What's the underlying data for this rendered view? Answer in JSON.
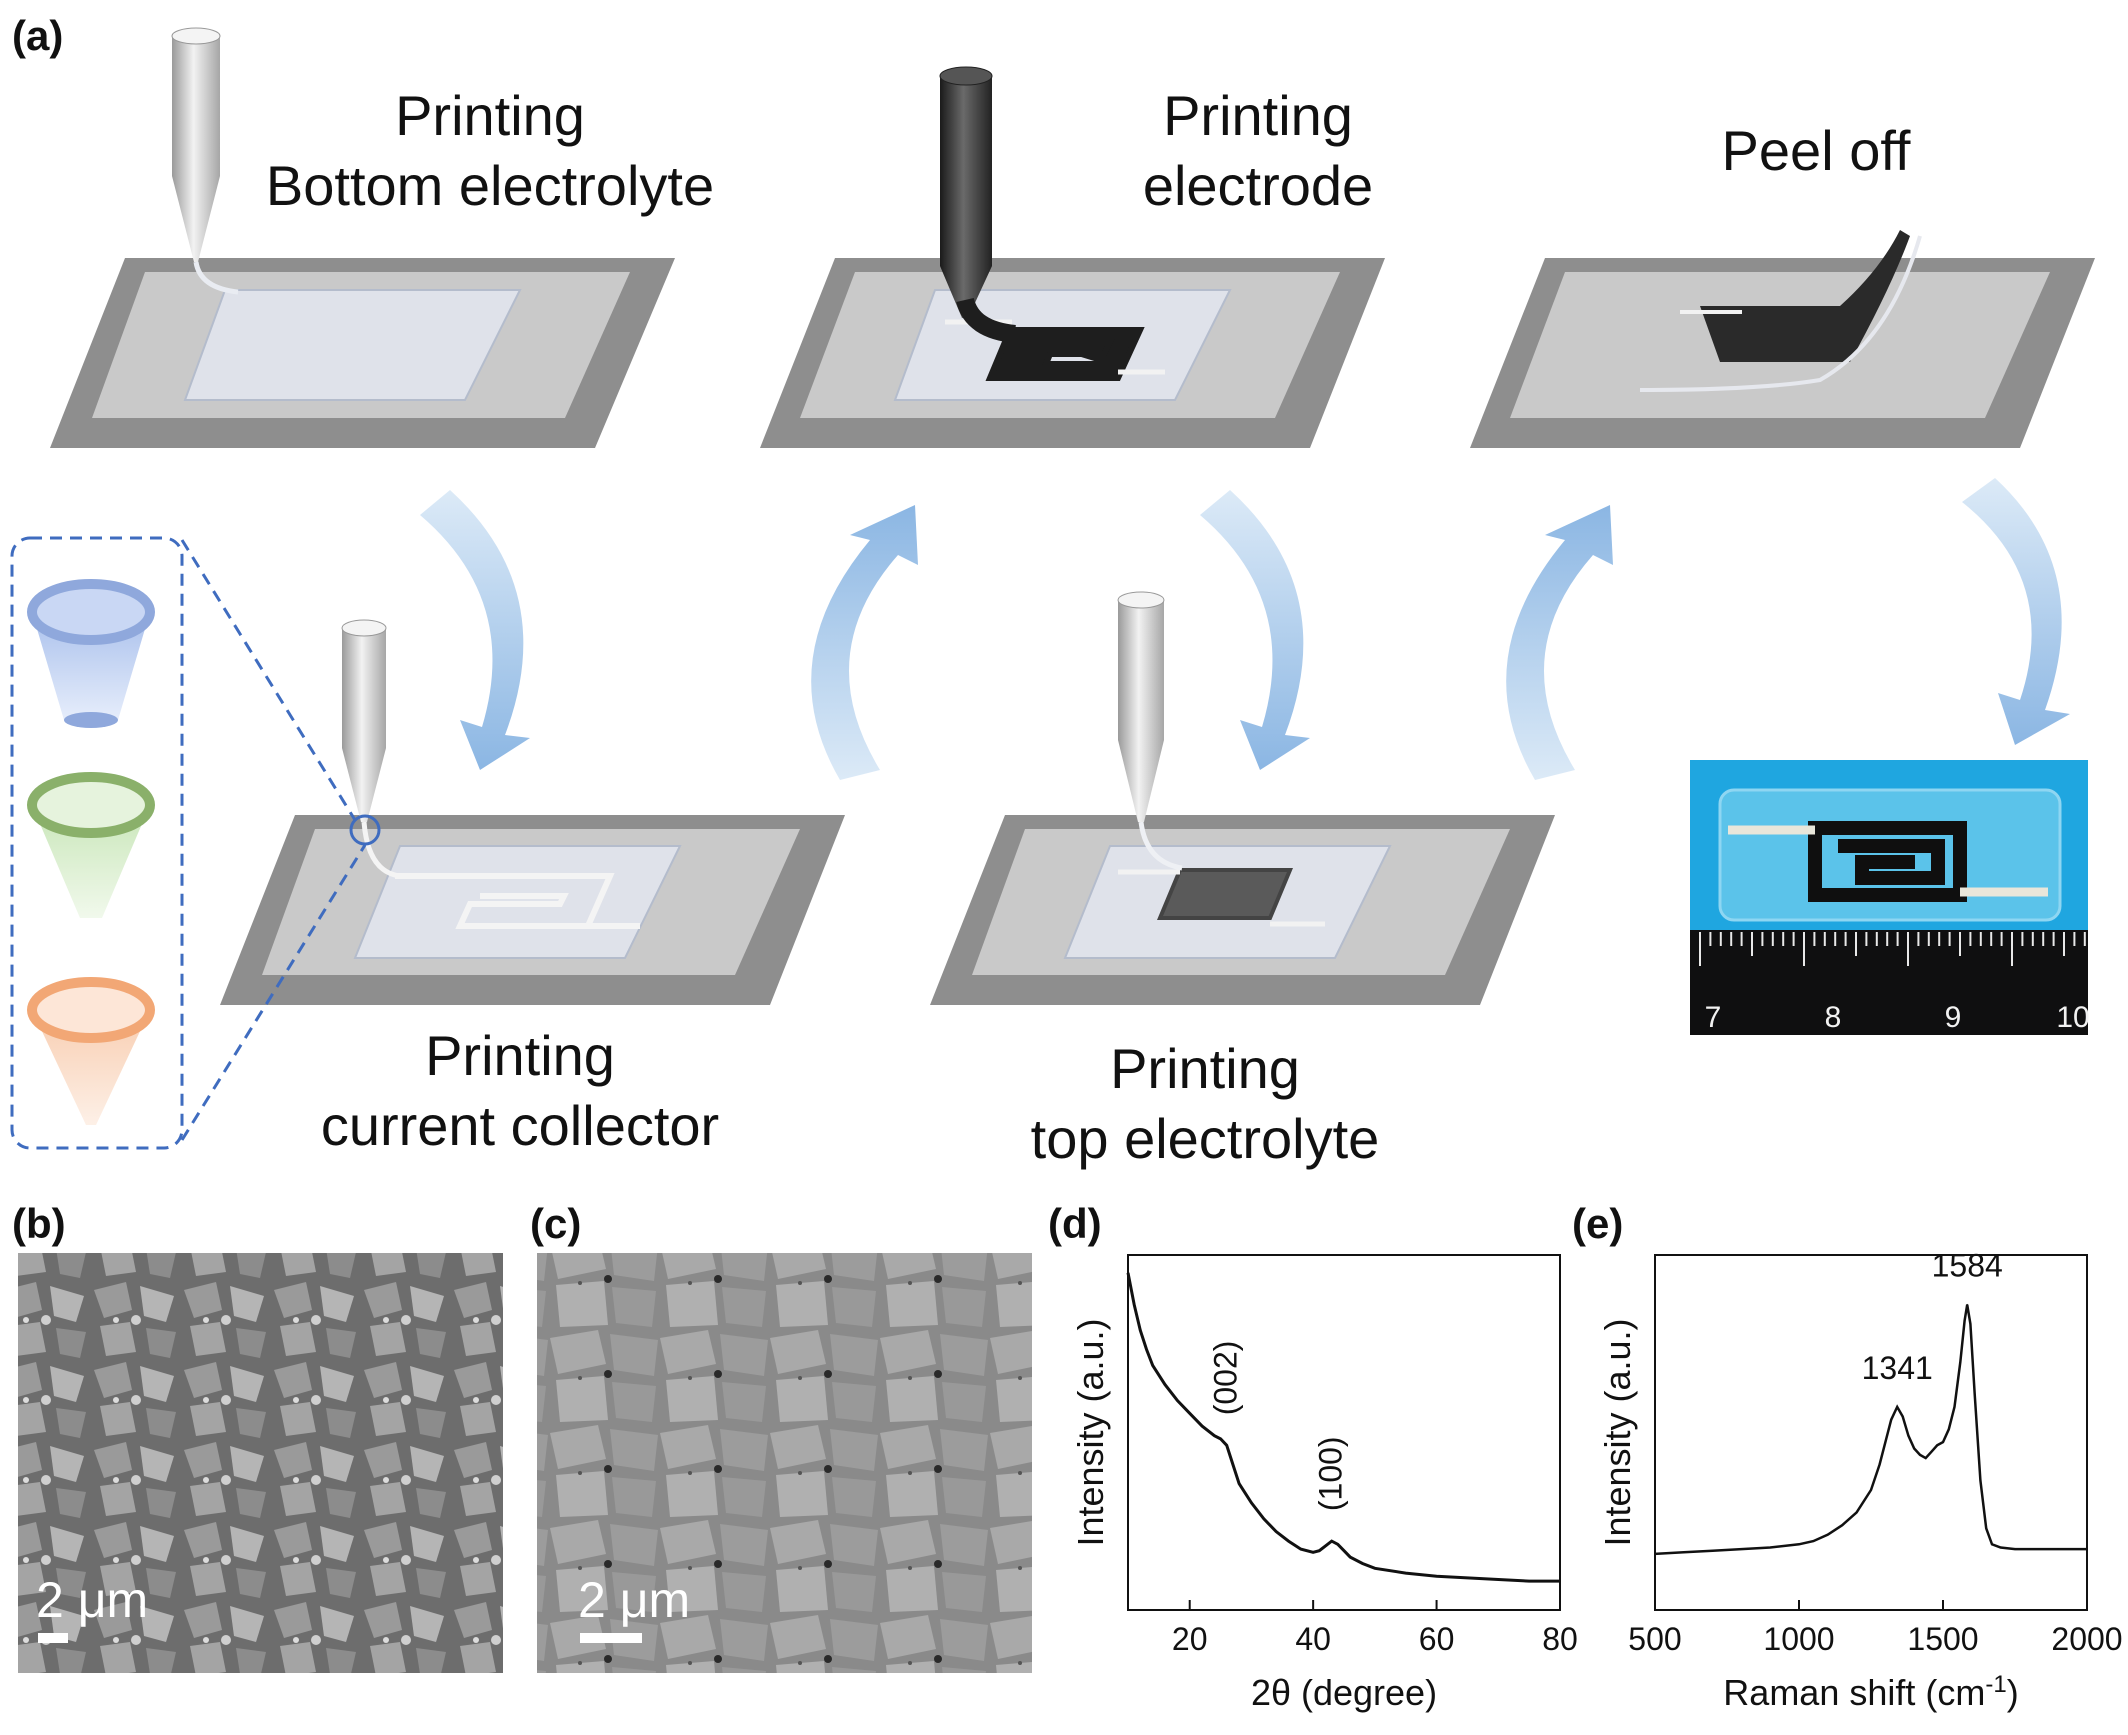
{
  "panel_labels": {
    "a": "(a)",
    "b": "(b)",
    "c": "(c)",
    "d": "(d)",
    "e": "(e)"
  },
  "steps": {
    "bottom_electrolyte": [
      "Printing",
      "Bottom electrolyte"
    ],
    "electrode": [
      "Printing",
      "electrode"
    ],
    "peel_off": [
      "Peel off"
    ],
    "current_collector": [
      "Printing",
      "current collector"
    ],
    "top_electrolyte": [
      "Printing",
      "top electrolyte"
    ]
  },
  "nozzle_colors": [
    "#a9c0ec",
    "#b9e0a8",
    "#f6c09c"
  ],
  "ruler_labels": [
    "7",
    "8",
    "9",
    "10"
  ],
  "sem_b": {
    "scale": "2 μm"
  },
  "sem_c": {
    "scale": "2 μm"
  },
  "colors": {
    "arrow": "#a8c8ea",
    "dashed": "#3f6cbf",
    "device_bg": "#1fa6e0"
  },
  "chart_data": [
    {
      "type": "line",
      "panel": "(d)",
      "xlabel": "2θ (degree)",
      "ylabel": "Intensity (a.u.)",
      "xlim": [
        10,
        80
      ],
      "xticks": [
        20,
        40,
        60,
        80
      ],
      "annotations": [
        {
          "text": "(002)",
          "x": 26
        },
        {
          "text": "(100)",
          "x": 43
        }
      ],
      "series": [
        {
          "x": [
            10,
            11,
            12,
            13,
            14,
            16,
            18,
            20,
            22,
            24,
            25,
            26,
            27,
            28,
            30,
            32,
            34,
            36,
            38,
            40,
            41,
            42,
            43,
            44,
            45,
            46,
            48,
            50,
            55,
            60,
            65,
            70,
            75,
            80
          ],
          "y": [
            1.0,
            0.9,
            0.82,
            0.76,
            0.71,
            0.65,
            0.6,
            0.56,
            0.52,
            0.49,
            0.48,
            0.46,
            0.4,
            0.34,
            0.28,
            0.23,
            0.19,
            0.16,
            0.135,
            0.125,
            0.13,
            0.145,
            0.16,
            0.15,
            0.13,
            0.11,
            0.09,
            0.075,
            0.06,
            0.05,
            0.045,
            0.04,
            0.035,
            0.035
          ]
        }
      ]
    },
    {
      "type": "line",
      "panel": "(e)",
      "xlabel": "Raman shift (cm",
      "xlabel_sup": "-1",
      "xlabel_end": ")",
      "ylabel": "Intensity (a.u.)",
      "xlim": [
        500,
        2000
      ],
      "xticks": [
        500,
        1000,
        1500,
        2000
      ],
      "annotations": [
        {
          "text": "1341",
          "x": 1341
        },
        {
          "text": "1584",
          "x": 1584
        }
      ],
      "series": [
        {
          "x": [
            500,
            600,
            700,
            800,
            900,
            1000,
            1050,
            1100,
            1150,
            1200,
            1250,
            1280,
            1300,
            1320,
            1341,
            1360,
            1380,
            1400,
            1420,
            1440,
            1460,
            1480,
            1500,
            1520,
            1540,
            1560,
            1575,
            1584,
            1595,
            1610,
            1630,
            1650,
            1670,
            1700,
            1750,
            1800,
            1900,
            2000
          ],
          "y": [
            0.12,
            0.125,
            0.13,
            0.135,
            0.14,
            0.15,
            0.16,
            0.18,
            0.21,
            0.25,
            0.32,
            0.4,
            0.47,
            0.54,
            0.58,
            0.55,
            0.49,
            0.45,
            0.43,
            0.42,
            0.44,
            0.46,
            0.47,
            0.51,
            0.58,
            0.72,
            0.85,
            0.9,
            0.84,
            0.62,
            0.35,
            0.2,
            0.15,
            0.14,
            0.135,
            0.135,
            0.135,
            0.135
          ]
        }
      ]
    }
  ]
}
